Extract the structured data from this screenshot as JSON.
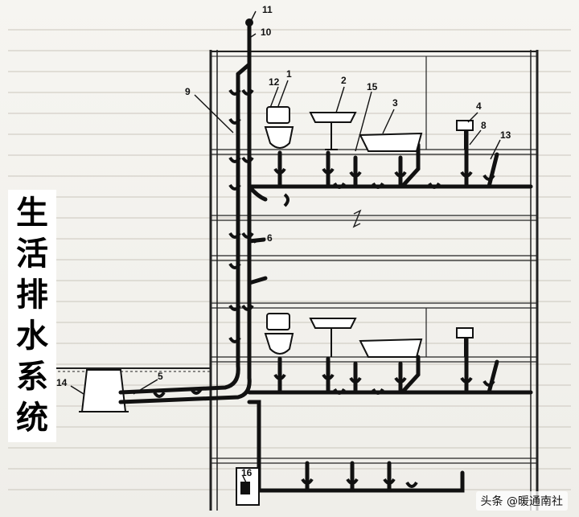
{
  "title_chars": [
    "生",
    "活",
    "排",
    "水",
    "系",
    "统"
  ],
  "watermark": "头条 @暖通南社",
  "labels": {
    "n1": "1",
    "n2": "2",
    "n3": "3",
    "n4": "4",
    "n5": "5",
    "n6": "6",
    "n8": "8",
    "n9": "9",
    "n10": "10",
    "n11": "11",
    "n12": "12",
    "n13": "13",
    "n14": "14",
    "n15": "15",
    "n16": "16"
  },
  "colors": {
    "pipe": "#111111",
    "wall": "#222222",
    "paper": "#f3f2ee"
  }
}
